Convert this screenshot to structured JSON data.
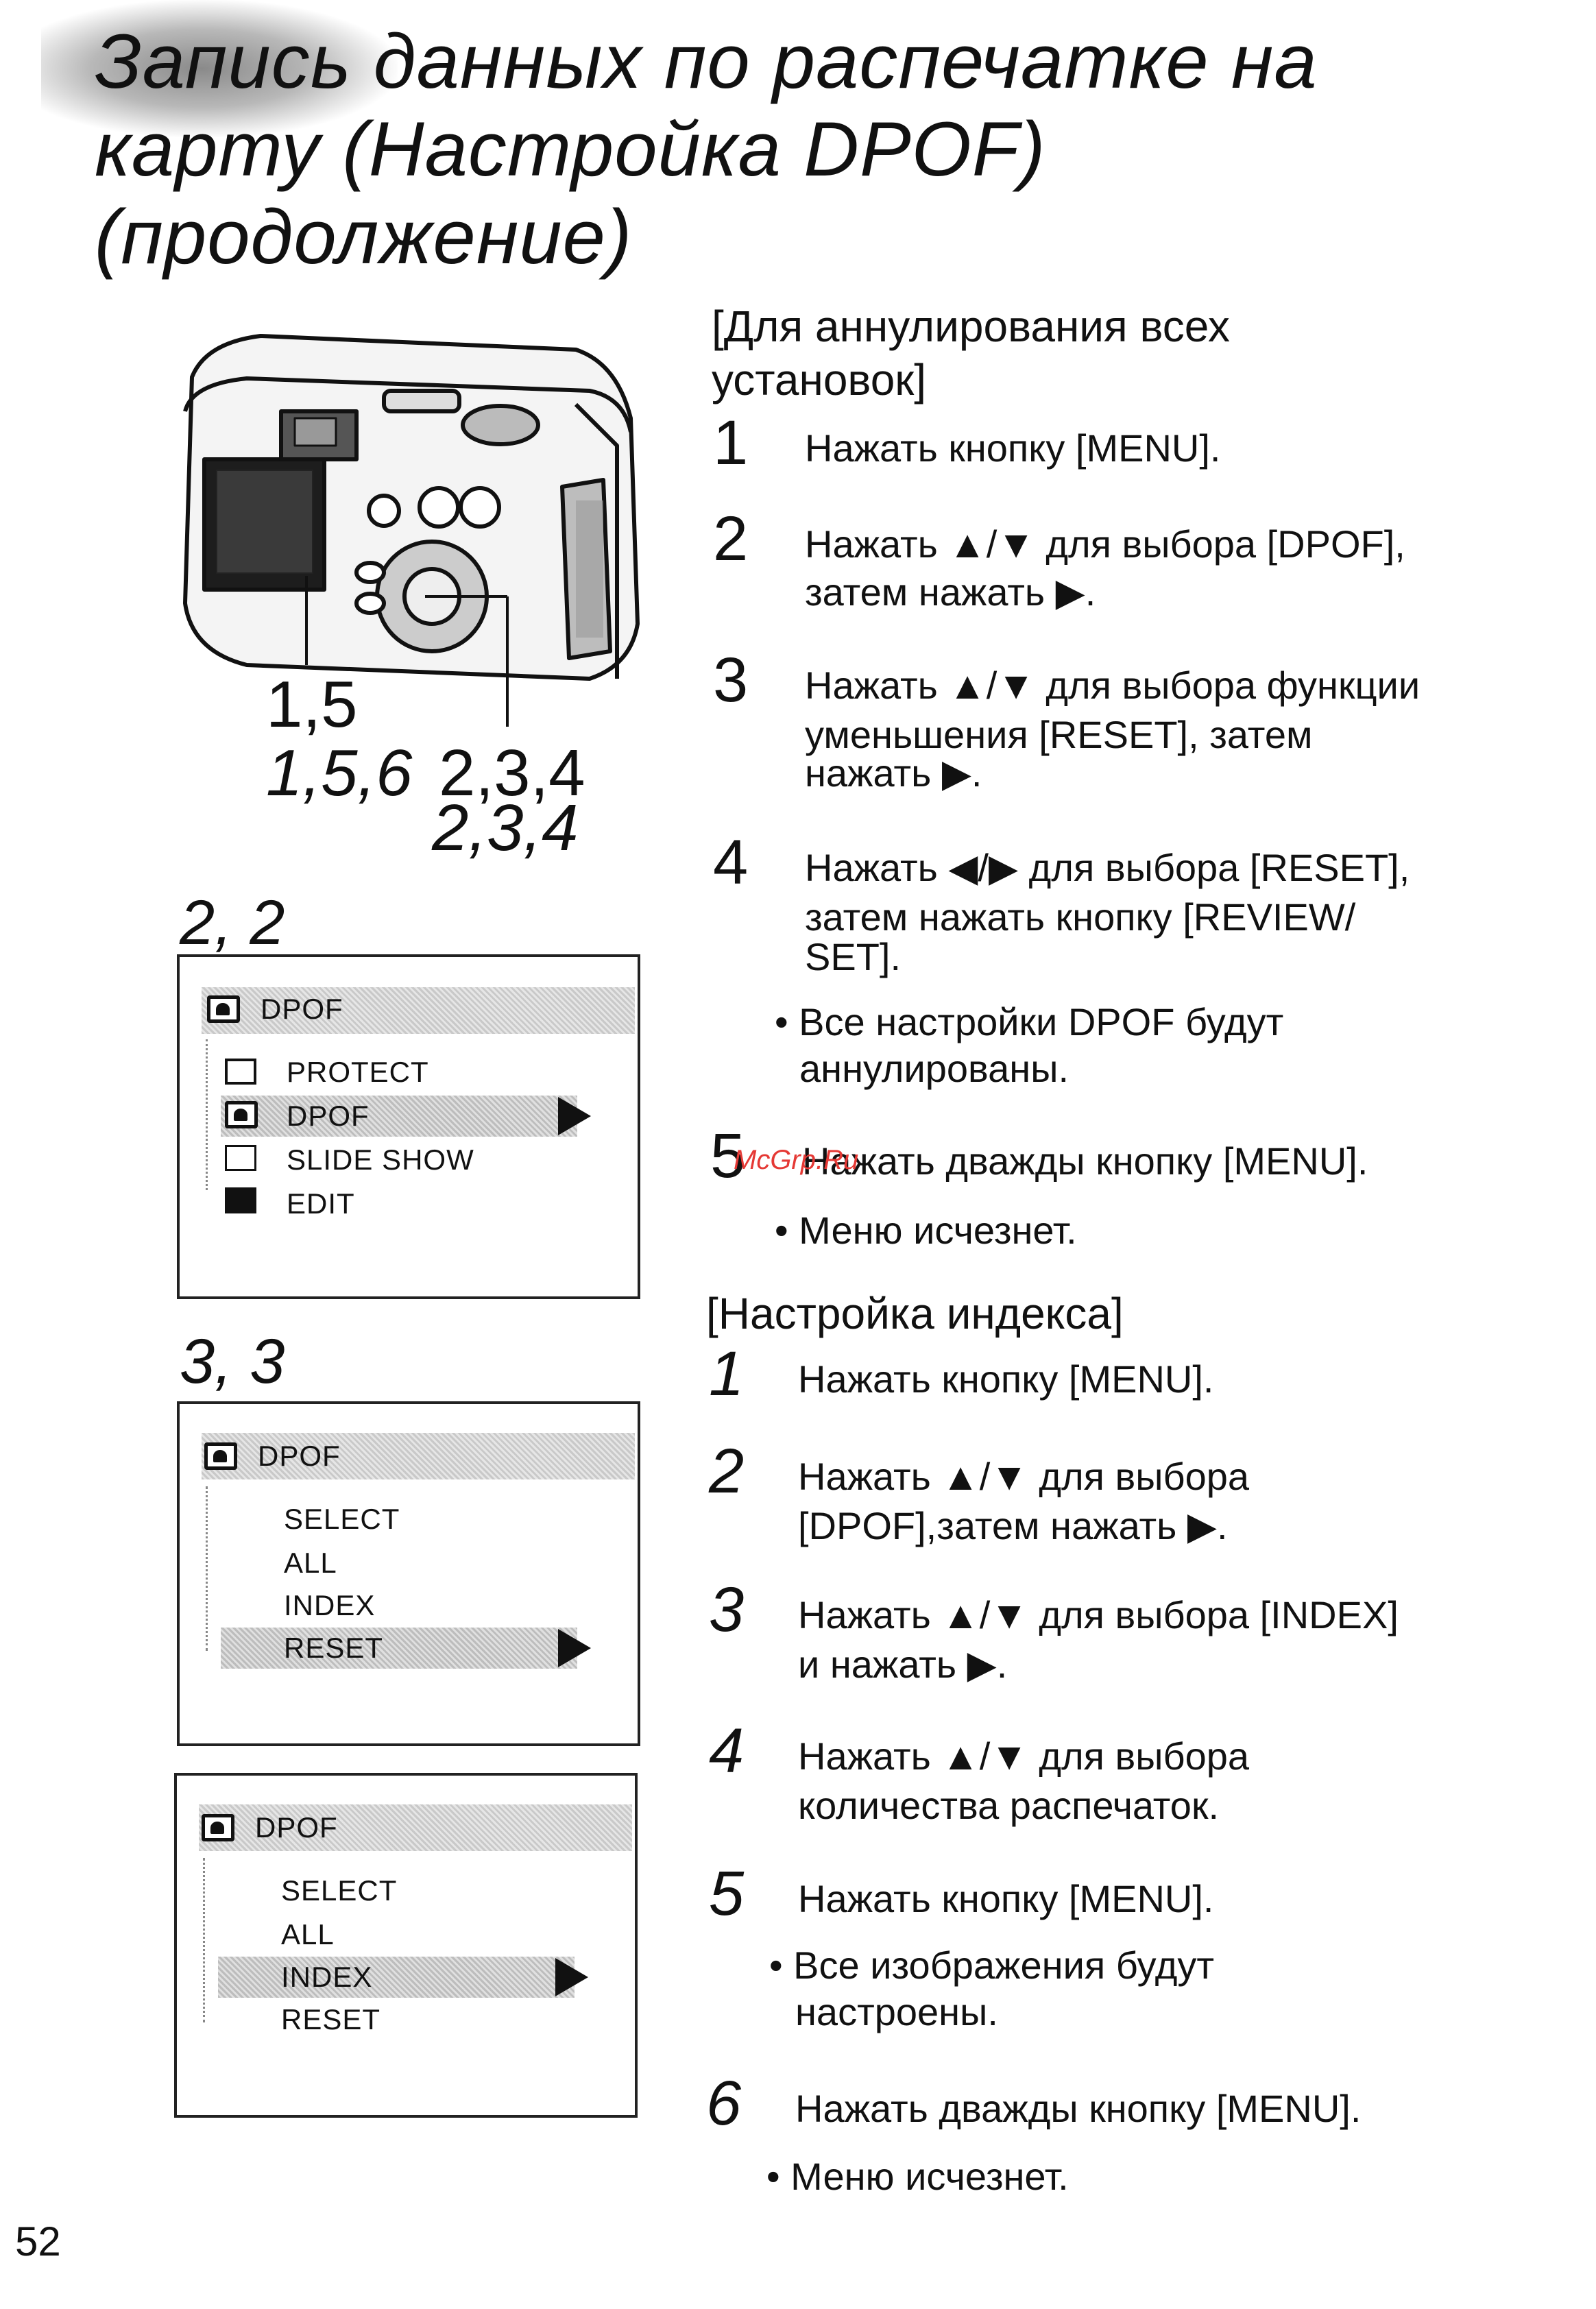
{
  "title": {
    "line1": "Запись данных по распечатке на",
    "line2": "карту (Настройка DPOF)",
    "line3": "(продолжение)"
  },
  "camera_callouts": {
    "a": "1,5",
    "b": "1,5,6",
    "c": "2,3,4",
    "d": "2,3,4"
  },
  "fig1": {
    "label": "2, 2",
    "header": "DPOF",
    "items": [
      "PROTECT",
      "DPOF",
      "SLIDE SHOW",
      "EDIT"
    ],
    "selected": "DPOF"
  },
  "fig2": {
    "label": "3, 3",
    "header": "DPOF",
    "items": [
      "SELECT",
      "ALL",
      "INDEX",
      "RESET"
    ],
    "selected": "RESET"
  },
  "fig3": {
    "header": "DPOF",
    "items": [
      "SELECT",
      "ALL",
      "INDEX",
      "RESET"
    ],
    "selected": "INDEX"
  },
  "cancel_all": {
    "heading_line1": "[Для аннулирования всех",
    "heading_line2": "установок]",
    "steps": [
      {
        "num": "1",
        "lines": [
          "Нажать кнопку [MENU]."
        ]
      },
      {
        "num": "2",
        "lines": [
          "Нажать ▲/▼ для выбора [DPOF],",
          "затем нажать ▶."
        ]
      },
      {
        "num": "3",
        "lines": [
          "Нажать ▲/▼ для выбора функции",
          "уменьшения [RESET], затем",
          "нажать ▶."
        ]
      },
      {
        "num": "4",
        "lines": [
          "Нажать ◀/▶ для выбора [RESET],",
          "затем нажать кнопку [REVIEW/",
          "SET]."
        ]
      },
      {
        "num": "5",
        "lines": [
          "Нажать дважды кнопку [MENU]."
        ]
      }
    ],
    "bullet4_line1": "• Все настройки DPOF будут",
    "bullet4_line2": "аннулированы.",
    "bullet5": "• Меню исчезнет."
  },
  "index_setup": {
    "heading": "[Настройка индекса]",
    "steps": [
      {
        "num": "1",
        "lines": [
          "Нажать кнопку [MENU]."
        ]
      },
      {
        "num": "2",
        "lines": [
          "Нажать ▲/▼ для выбора",
          "[DPOF],затем нажать ▶."
        ]
      },
      {
        "num": "3",
        "lines": [
          "Нажать ▲/▼ для выбора [INDEX]",
          "и нажать ▶."
        ]
      },
      {
        "num": "4",
        "lines": [
          "Нажать ▲/▼ для выбора",
          "количества распечаток."
        ]
      },
      {
        "num": "5",
        "lines": [
          "Нажать кнопку [MENU]."
        ]
      },
      {
        "num": "6",
        "lines": [
          "Нажать дважды кнопку [MENU]."
        ]
      }
    ],
    "bullet5_line1": "• Все изображения будут",
    "bullet5_line2": "настроены.",
    "bullet6": "• Меню исчезнет."
  },
  "watermark": "McGrp.Ru",
  "page_number": "52"
}
